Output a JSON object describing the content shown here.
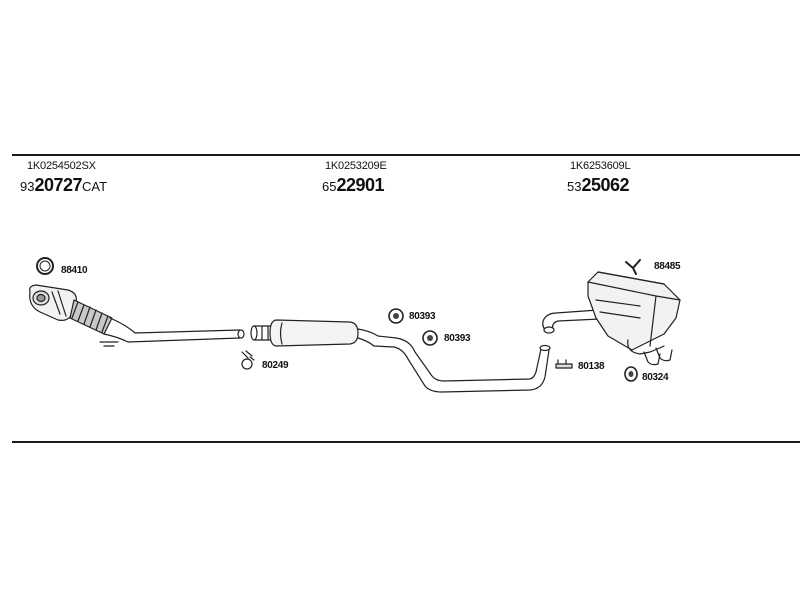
{
  "parts": [
    {
      "ref": "1K0254502SX",
      "prefix": "93",
      "number": "20727",
      "suffix": "CAT"
    },
    {
      "ref": "1K0253209E",
      "prefix": "65",
      "number": "22901",
      "suffix": ""
    },
    {
      "ref": "1K6253609L",
      "prefix": "53",
      "number": "25062",
      "suffix": ""
    }
  ],
  "fittings": {
    "ring_gasket": "88410",
    "clamp": "80249",
    "hanger_1": "80393",
    "hanger_2": "80393",
    "bracket": "80138",
    "rubber_mount": "80324",
    "hook": "88485"
  }
}
